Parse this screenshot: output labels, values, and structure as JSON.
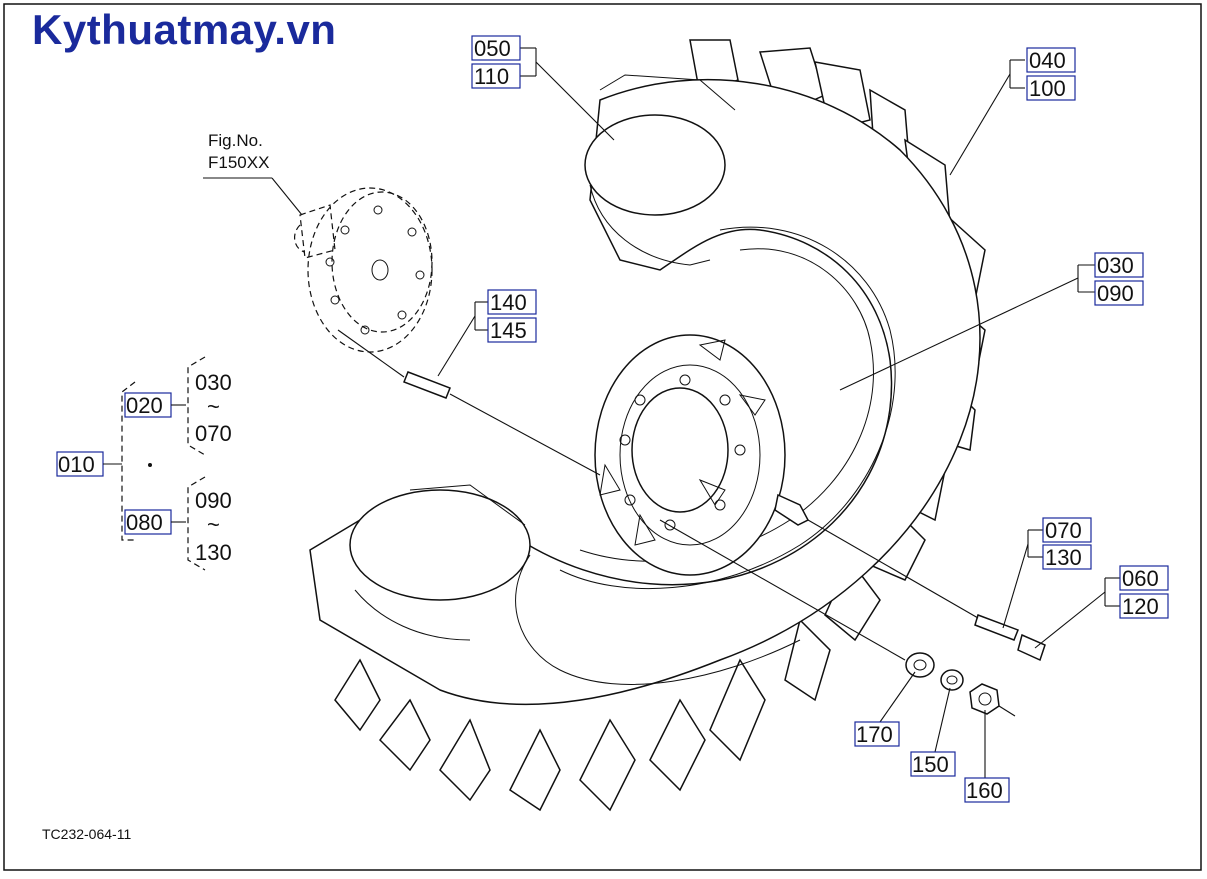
{
  "watermark": "Kythuatmay.vn",
  "figure_reference": {
    "line1": "Fig.No.",
    "line2": "F150XX"
  },
  "drawing_code": "TC232-064-11",
  "callouts": {
    "c050": "050",
    "c110": "110",
    "c040": "040",
    "c100": "100",
    "c030": "030",
    "c090": "090",
    "c140": "140",
    "c145": "145",
    "c070": "070",
    "c130": "130",
    "c060": "060",
    "c120": "120",
    "c170": "170",
    "c150": "150",
    "c160": "160"
  },
  "assembly_tree": {
    "root": "010",
    "group1": {
      "id": "020",
      "from": "030",
      "tilde": "~",
      "to": "070"
    },
    "group2": {
      "id": "080",
      "from": "090",
      "tilde": "~",
      "to": "130"
    }
  }
}
